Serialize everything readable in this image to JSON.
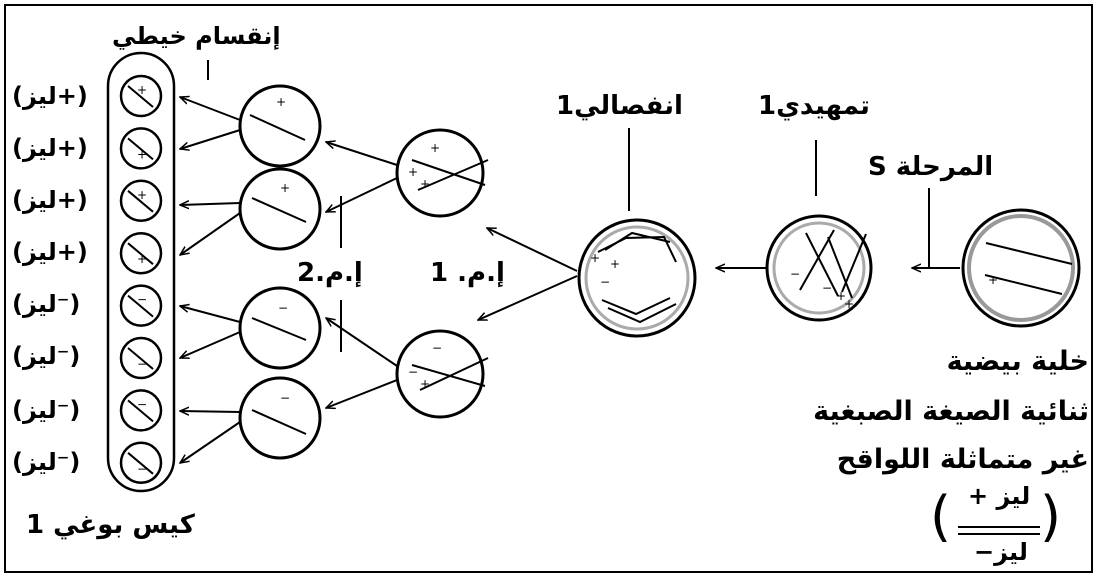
{
  "diagram": {
    "stages": {
      "s_phase": "المرحلة S",
      "prophase1": "تمهيدي1",
      "anaphase1": "انفصالي1",
      "meiosis1": "إ.م. 1",
      "meiosis2": "إ.م.2",
      "mitosis": "إنقسام خيطي"
    },
    "cell_description": [
      "خلية بيضية",
      "ثنائية الصيغة الصبغية",
      "غير متماثلة اللواقح"
    ],
    "genotype": {
      "top": "ليز +",
      "bottom": "ليز−"
    },
    "spore_sac": "كيس بوغي 1",
    "spore_labels": [
      "(ليز+)",
      "(ليز+)",
      "(ليز+)",
      "(ليز+)",
      "(ليز⁻)",
      "(ليز⁻)",
      "(ليز⁻)",
      "(ليز⁻)"
    ],
    "spore_alleles": [
      "+",
      "+",
      "+",
      "+",
      "−",
      "−",
      "−",
      "−"
    ]
  }
}
